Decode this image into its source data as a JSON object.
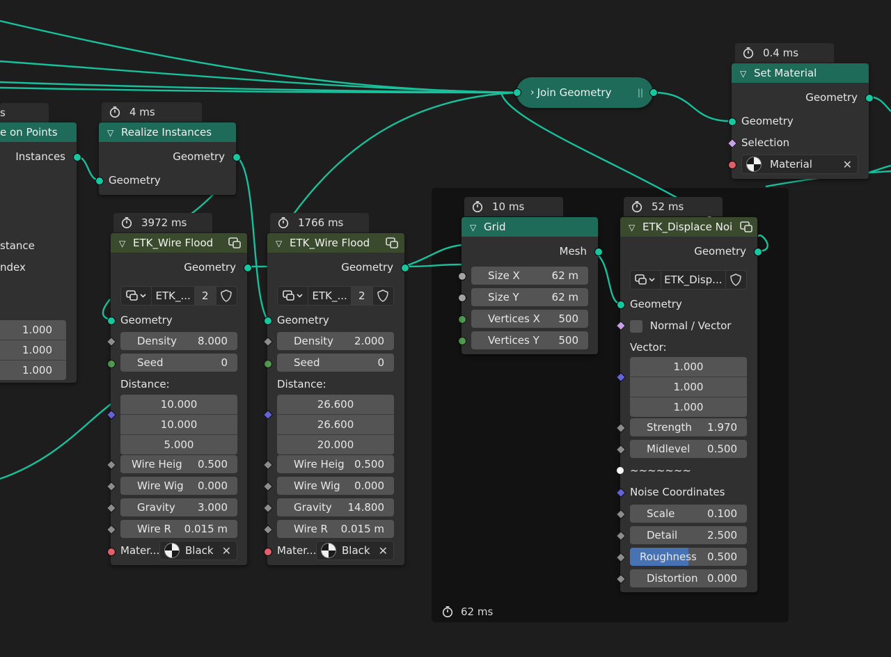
{
  "colors": {
    "canvas": "#1d1d1d",
    "frame": "#121212",
    "node_body": "#303030",
    "geometry_header": "#1e6b5a",
    "group_header": "#3a4a2c",
    "geometry_socket": "#16c7a0",
    "material_socket": "#e0606a",
    "vector_socket": "#6464d8",
    "field": "#545454",
    "roughness_fill": "#4772b3"
  },
  "partial_node_left": {
    "title": "e on Points",
    "timer": "s",
    "out_instances": "Instances",
    "in_distance": "stance",
    "in_index": "ndex",
    "values": [
      "1.000",
      "1.000",
      "1.000"
    ]
  },
  "realize": {
    "timer": "4 ms",
    "title": "Realize Instances",
    "out_geometry": "Geometry",
    "in_geometry": "Geometry"
  },
  "wire1": {
    "timer": "3972 ms",
    "title": "ETK_Wire Flood",
    "out_geometry": "Geometry",
    "group_name": "ETK_...",
    "users": "2",
    "in_geometry": "Geometry",
    "density_label": "Density",
    "density": "8.000",
    "seed_label": "Seed",
    "seed": "0",
    "distance_label": "Distance:",
    "distance": [
      "10.000",
      "10.000",
      "5.000"
    ],
    "wire_heig_label": "Wire Heig",
    "wire_heig": "0.500",
    "wire_wig_label": "Wire Wig",
    "wire_wig": "0.000",
    "gravity_label": "Gravity",
    "gravity": "3.000",
    "wire_r_label": "Wire R",
    "wire_r": "0.015 m",
    "mater_label": "Mater...",
    "material": "Black"
  },
  "wire2": {
    "timer": "1766 ms",
    "title": "ETK_Wire Flood",
    "out_geometry": "Geometry",
    "group_name": "ETK_...",
    "users": "2",
    "in_geometry": "Geometry",
    "density_label": "Density",
    "density": "2.000",
    "seed_label": "Seed",
    "seed": "0",
    "distance_label": "Distance:",
    "distance": [
      "26.600",
      "26.600",
      "20.000"
    ],
    "wire_heig_label": "Wire Heig",
    "wire_heig": "0.500",
    "wire_wig_label": "Wire Wig",
    "wire_wig": "0.000",
    "gravity_label": "Gravity",
    "gravity": "14.800",
    "wire_r_label": "Wire R",
    "wire_r": "0.015 m",
    "mater_label": "Mater...",
    "material": "Black"
  },
  "join": {
    "title": "Join Geometry"
  },
  "set_material": {
    "timer": "0.4 ms",
    "title": "Set Material",
    "out_geometry": "Geometry",
    "in_geometry": "Geometry",
    "selection": "Selection",
    "material": "Material"
  },
  "frame": {
    "timer": "62 ms"
  },
  "grid": {
    "timer": "10 ms",
    "title": "Grid",
    "out_mesh": "Mesh",
    "size_x_label": "Size X",
    "size_x": "62 m",
    "size_y_label": "Size Y",
    "size_y": "62 m",
    "vert_x_label": "Vertices X",
    "vert_x": "500",
    "vert_y_label": "Vertices Y",
    "vert_y": "500"
  },
  "displace": {
    "timer": "52 ms",
    "title": "ETK_Displace Noi",
    "out_geometry": "Geometry",
    "group_name": "ETK_Disp...",
    "in_geometry": "Geometry",
    "normal_vector": "Normal / Vector",
    "vector_label": "Vector:",
    "vector": [
      "1.000",
      "1.000",
      "1.000"
    ],
    "strength_label": "Strength",
    "strength": "1.970",
    "midlevel_label": "Midlevel",
    "midlevel": "0.500",
    "separator": "~~~~~~~",
    "noise_coords": "Noise Coordinates",
    "scale_label": "Scale",
    "scale": "0.100",
    "detail_label": "Detail",
    "detail": "2.500",
    "roughness_label": "Roughness",
    "roughness": "0.500",
    "roughness_fraction": 0.5,
    "distortion_label": "Distortion",
    "distortion": "0.000"
  }
}
